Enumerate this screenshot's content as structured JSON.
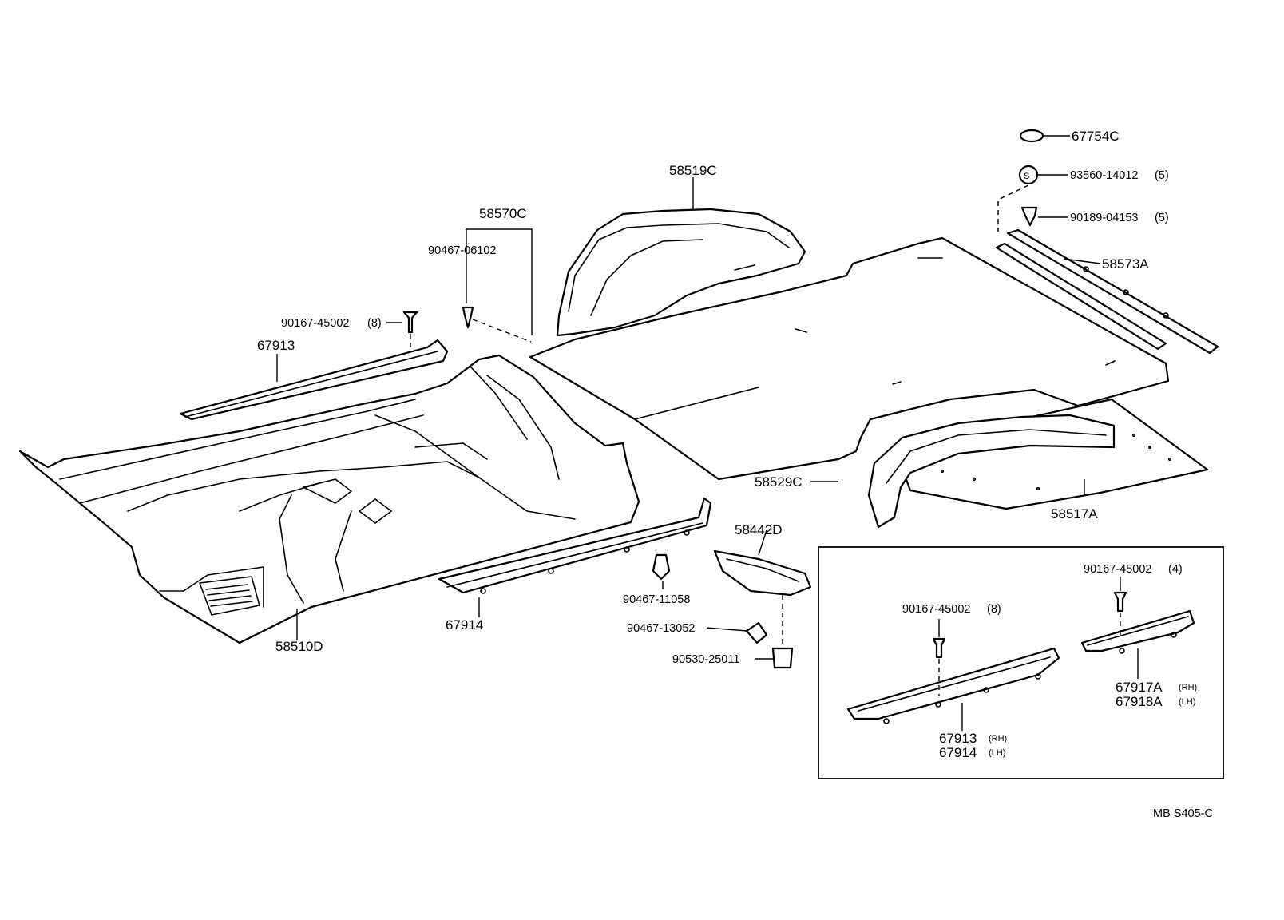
{
  "labels": {
    "p67754C": "67754C",
    "p93560": "93560-14012",
    "q93560": "(5)",
    "p90189": "90189-04153",
    "q90189": "(5)",
    "p58573A": "58573A",
    "p58519C": "58519C",
    "p58570C": "58570C",
    "p90467_06102": "90467-06102",
    "p90167_top": "90167-45002",
    "q90167_top": "(8)",
    "p67913": "67913",
    "p58529C": "58529C",
    "p58517A": "58517A",
    "p58442D": "58442D",
    "p90467_11058": "90467-11058",
    "p90467_13052": "90467-13052",
    "p90530": "90530-25011",
    "p67914": "67914",
    "p58510D": "58510D",
    "inset_90167_a": "90167-45002",
    "inset_q_a": "(4)",
    "inset_90167_b": "90167-45002",
    "inset_q_b": "(8)",
    "inset_67917A": "67917A",
    "inset_67917A_side": "(RH)",
    "inset_67918A": "67918A",
    "inset_67918A_side": "(LH)",
    "inset_67913": "67913",
    "inset_67913_side": "(RH)",
    "inset_67914": "67914",
    "inset_67914_side": "(LH)",
    "s_mark": "S",
    "footer_code": "MB  S405-C"
  }
}
